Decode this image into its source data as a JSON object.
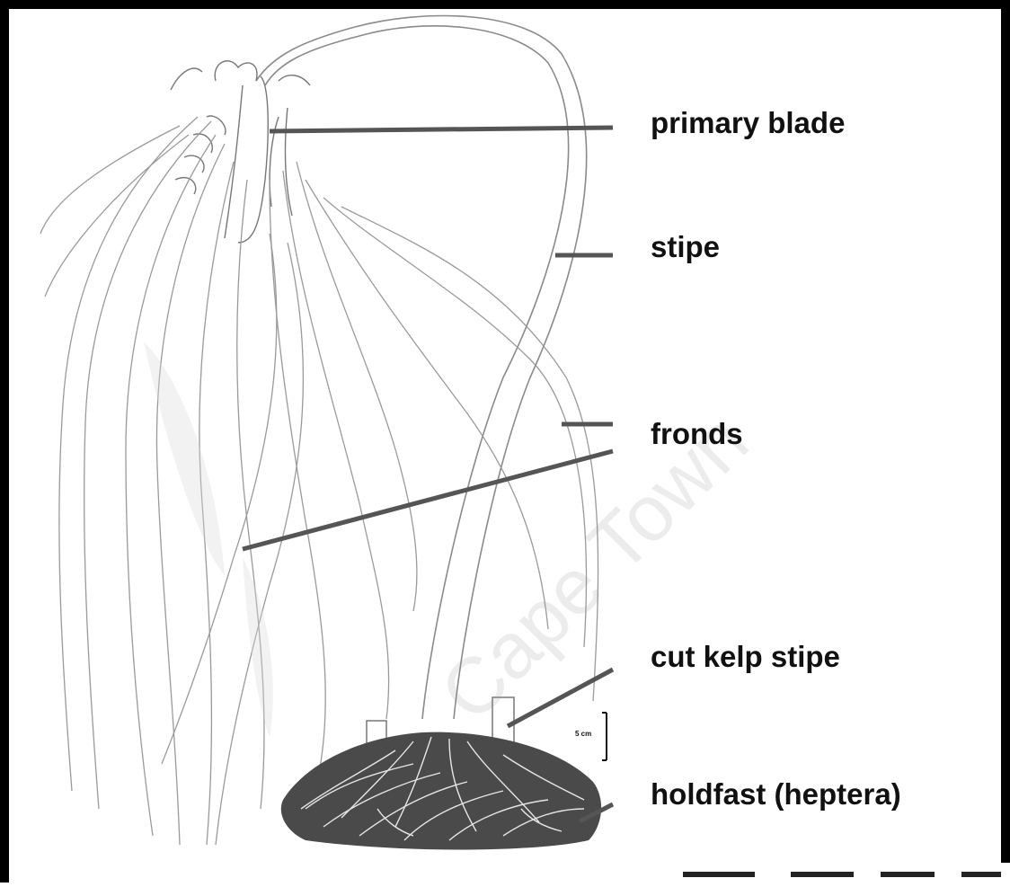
{
  "labels": {
    "primary_blade": "primary blade",
    "stipe": "stipe",
    "fronds": "fronds",
    "cut_kelp_stipe": "cut kelp stipe",
    "holdfast": "holdfast (heptera)"
  },
  "scale_bar": {
    "text": "5 cm"
  },
  "watermark": {
    "text": "Cape Town"
  },
  "colors": {
    "leader_line": "#555555",
    "drawing_stroke": "#8a8a8a",
    "holdfast_dark": "#3a3a3a",
    "border": "#000000",
    "background": "#ffffff"
  }
}
